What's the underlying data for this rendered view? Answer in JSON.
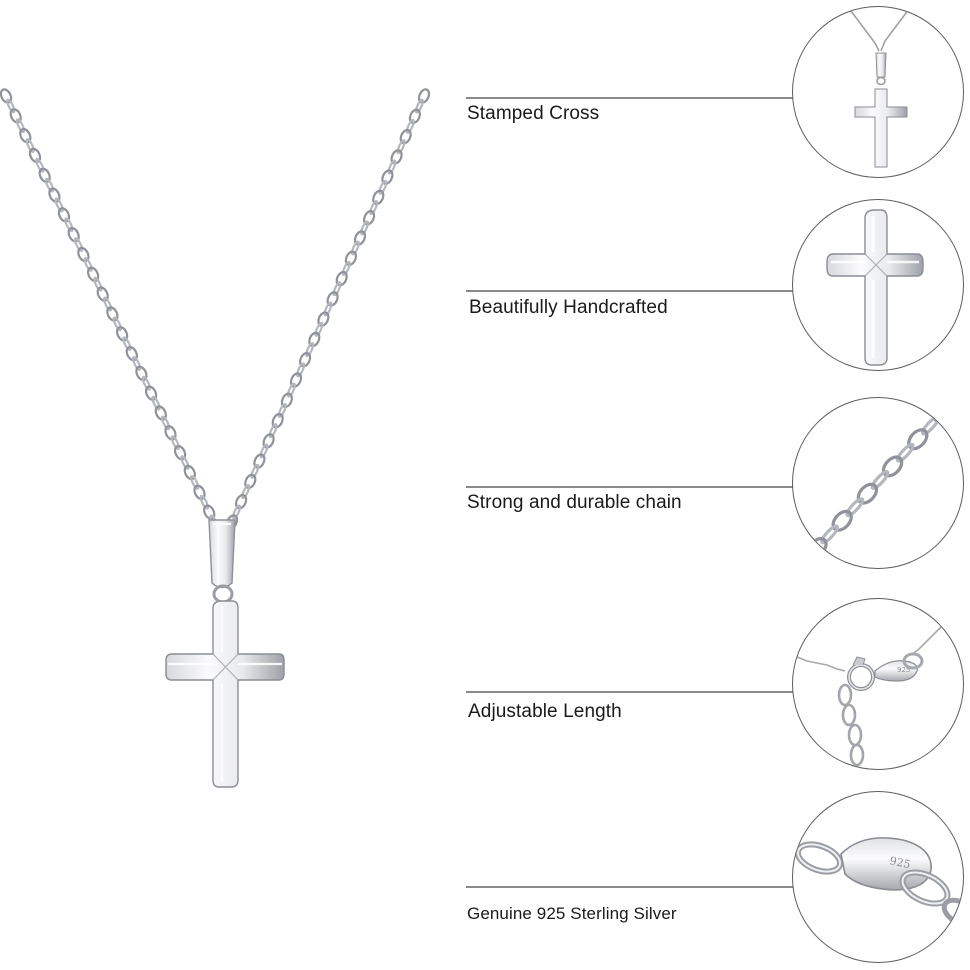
{
  "features": [
    {
      "label": "Stamped Cross",
      "icon": "cross-pendant-closeup-icon"
    },
    {
      "label": "Beautifully Handcrafted",
      "icon": "cross-detail-icon"
    },
    {
      "label": "Strong and durable chain",
      "icon": "chain-links-icon"
    },
    {
      "label": "Adjustable Length",
      "icon": "spring-clasp-icon"
    },
    {
      "label": "Genuine 925 Sterling Silver",
      "icon": "stamped-tag-icon"
    }
  ],
  "stamp_text": "925",
  "colors": {
    "silver_light": "#f4f4f6",
    "silver_mid": "#c9cbd0",
    "silver_dark": "#7d8087",
    "rule": "#8a8a8a",
    "circle_border": "#5d5d5d",
    "text": "#1a1a1a"
  }
}
